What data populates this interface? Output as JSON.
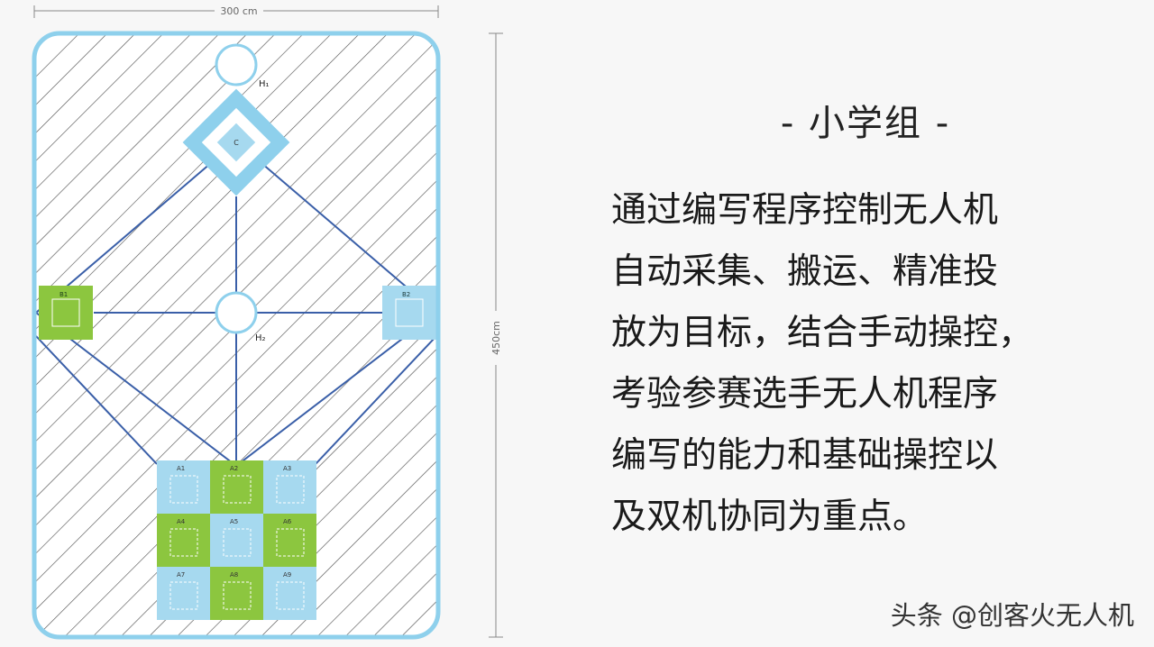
{
  "field": {
    "width_label": "300 cm",
    "height_label": "450cm",
    "labels": {
      "h_top": "H₁",
      "h_mid": "H₂",
      "c": "C",
      "b1": "B1",
      "b2": "B2"
    },
    "grid_cells": [
      {
        "label": "A1",
        "color": "light-blue"
      },
      {
        "label": "A2",
        "color": "green"
      },
      {
        "label": "A3",
        "color": "light-blue"
      },
      {
        "label": "A4",
        "color": "green"
      },
      {
        "label": "A5",
        "color": "light-blue"
      },
      {
        "label": "A6",
        "color": "green"
      },
      {
        "label": "A7",
        "color": "light-blue"
      },
      {
        "label": "A8",
        "color": "green"
      },
      {
        "label": "A9",
        "color": "light-blue"
      }
    ],
    "colors": {
      "border": "#8ed0ec",
      "lines": "#3a5fa8",
      "green": "#8cc63f",
      "light_blue": "#a6d9ef",
      "hatch": "#555555"
    }
  },
  "heading": "- 小学组 -",
  "description_lines": [
    "通过编写程序控制无人机",
    "自动采集、搬运、精准投",
    "放为目标，结合手动操控，",
    "考验参赛选手无人机程序",
    "编写的能力和基础操控以",
    "及双机协同为重点。"
  ],
  "watermark": "头条 @创客火无人机"
}
